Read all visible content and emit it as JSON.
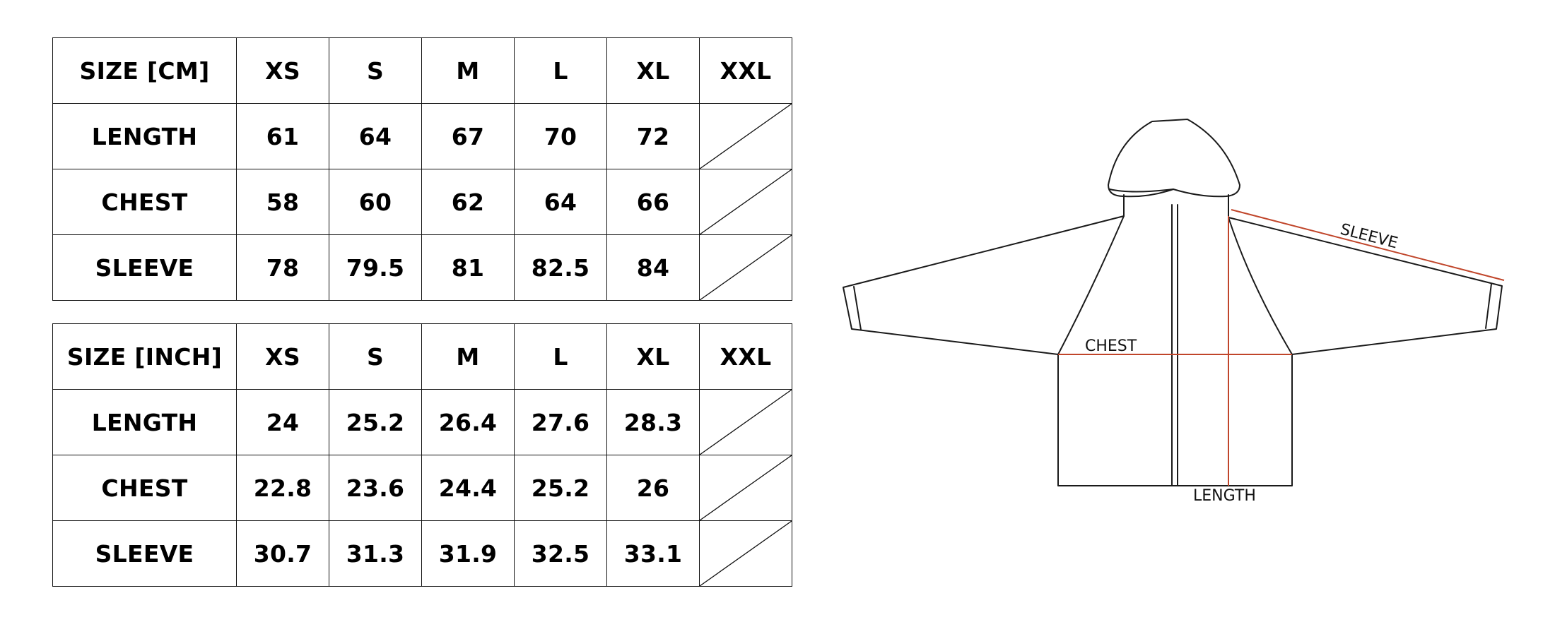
{
  "sizes": [
    "XS",
    "S",
    "M",
    "L",
    "XL",
    "XXL"
  ],
  "table_cm": {
    "header": "SIZE [CM]",
    "rows": [
      {
        "label": "LENGTH",
        "values": [
          "61",
          "64",
          "67",
          "70",
          "72",
          ""
        ]
      },
      {
        "label": "CHEST",
        "values": [
          "58",
          "60",
          "62",
          "64",
          "66",
          ""
        ]
      },
      {
        "label": "SLEEVE",
        "values": [
          "78",
          "79.5",
          "81",
          "82.5",
          "84",
          ""
        ]
      }
    ]
  },
  "table_inch": {
    "header": "SIZE [INCH]",
    "rows": [
      {
        "label": "LENGTH",
        "values": [
          "24",
          "25.2",
          "26.4",
          "27.6",
          "28.3",
          ""
        ]
      },
      {
        "label": "CHEST",
        "values": [
          "22.8",
          "23.6",
          "24.4",
          "25.2",
          "26",
          ""
        ]
      },
      {
        "label": "SLEEVE",
        "values": [
          "30.7",
          "31.3",
          "31.9",
          "32.5",
          "33.1",
          ""
        ]
      }
    ]
  },
  "diagram": {
    "chest_label": "CHEST",
    "length_label": "LENGTH",
    "sleeve_label": "SLEEVE",
    "measure_color": "#c0452a",
    "outline_color": "#1a1a1a"
  }
}
